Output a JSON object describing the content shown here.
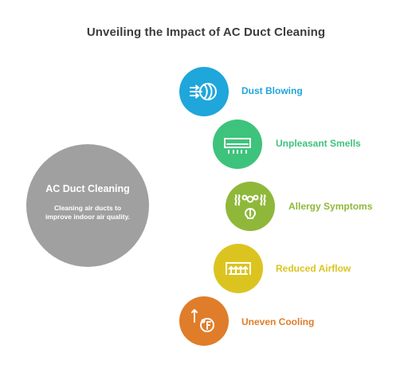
{
  "title": "Unveiling the Impact of AC Duct Cleaning",
  "center": {
    "title": "AC Duct Cleaning",
    "description": "Cleaning air ducts to improve indoor air quality.",
    "color": "#a0a0a0"
  },
  "items": [
    {
      "label": "Dust Blowing",
      "color": "#1fa6db",
      "icon": "dust-blowing-icon"
    },
    {
      "label": "Unpleasant Smells",
      "color": "#3ec37c",
      "icon": "air-conditioner-icon"
    },
    {
      "label": "Allergy Symptoms",
      "color": "#8fb83a",
      "icon": "allergy-icon"
    },
    {
      "label": "Reduced Airflow",
      "color": "#dcc420",
      "icon": "airflow-vent-icon"
    },
    {
      "label": "Uneven Cooling",
      "color": "#e07d2a",
      "icon": "temperature-icon"
    }
  ]
}
